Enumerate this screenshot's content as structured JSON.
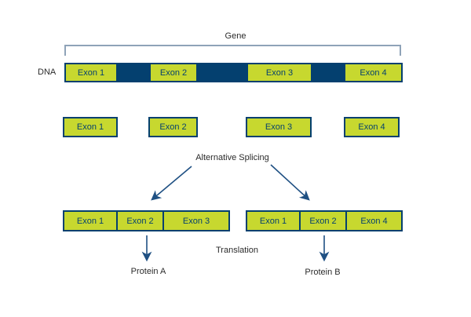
{
  "diagram": {
    "title_labels": {
      "gene": "Gene",
      "dna": "DNA",
      "alternative_splicing": "Alternative Splicing",
      "translation": "Translation",
      "protein_a": "Protein A",
      "protein_b": "Protein B"
    },
    "dna_exons": [
      "Exon 1",
      "Exon 2",
      "Exon 3",
      "Exon 4"
    ],
    "spliced_exons": [
      "Exon 1",
      "Exon 2",
      "Exon 3",
      "Exon 4"
    ],
    "mrna_a_exons": [
      "Exon 1",
      "Exon 2",
      "Exon 3"
    ],
    "mrna_b_exons": [
      "Exon 1",
      "Exon 2",
      "Exon 4"
    ],
    "colors": {
      "exon_fill": "#c7d82f",
      "intron_navy": "#04406f",
      "arrow_blue": "#1f5083",
      "bracket_gray_blue": "#8fa3b8",
      "label_text": "#2b2b2b"
    }
  }
}
